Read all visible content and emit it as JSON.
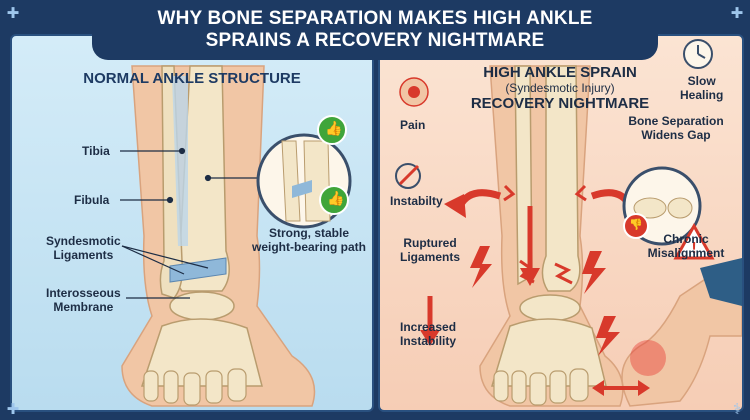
{
  "title": {
    "line1": "WHY BONE SEPARATION MAKES HIGH ANKLE",
    "line2": "SPRAINS A RECOVERY NIGHTMARE"
  },
  "left_panel": {
    "heading": "NORMAL ANKLE STRUCTURE",
    "labels": {
      "tibia": "Tibia",
      "fibula": "Fibula",
      "syndesmotic_1": "Syndesmotic",
      "syndesmotic_2": "Ligaments",
      "interosseous_1": "Interosseous",
      "interosseous_2": "Membrane",
      "strong_1": "Strong, stable",
      "strong_2": "weight-bearing path"
    },
    "icons": [
      "thumbs-up-icon",
      "thumbs-up-icon"
    ]
  },
  "right_panel": {
    "heading_1": "HIGH ANKLE SPRAIN",
    "heading_2": "(Syndesmotic Injury)",
    "heading_3": "RECOVERY NIGHTMARE",
    "labels": {
      "pain": "Pain",
      "slow_1": "Slow",
      "slow_2": "Healing",
      "bone_sep_1": "Bone Separation",
      "bone_sep_2": "Widens Gap",
      "instability": "Instabilty",
      "chronic_1": "Chronic",
      "chronic_2": "Misalignment",
      "ruptured_1": "Ruptured",
      "ruptured_2": "Ligaments",
      "increased_1": "Increased",
      "increased_2": "Instability"
    },
    "icons": [
      "pain-hand-icon",
      "clock-icon",
      "compass-instability-icon",
      "thumbs-down-icon",
      "warning-icon",
      "lightning-icon"
    ]
  },
  "colors": {
    "navy": "#1d3a63",
    "left_bg": "#c7e4f4",
    "right_bg": "#f8d8c3",
    "green": "#3fa53a",
    "red": "#d8392b",
    "bone": "#f3e6c8"
  }
}
